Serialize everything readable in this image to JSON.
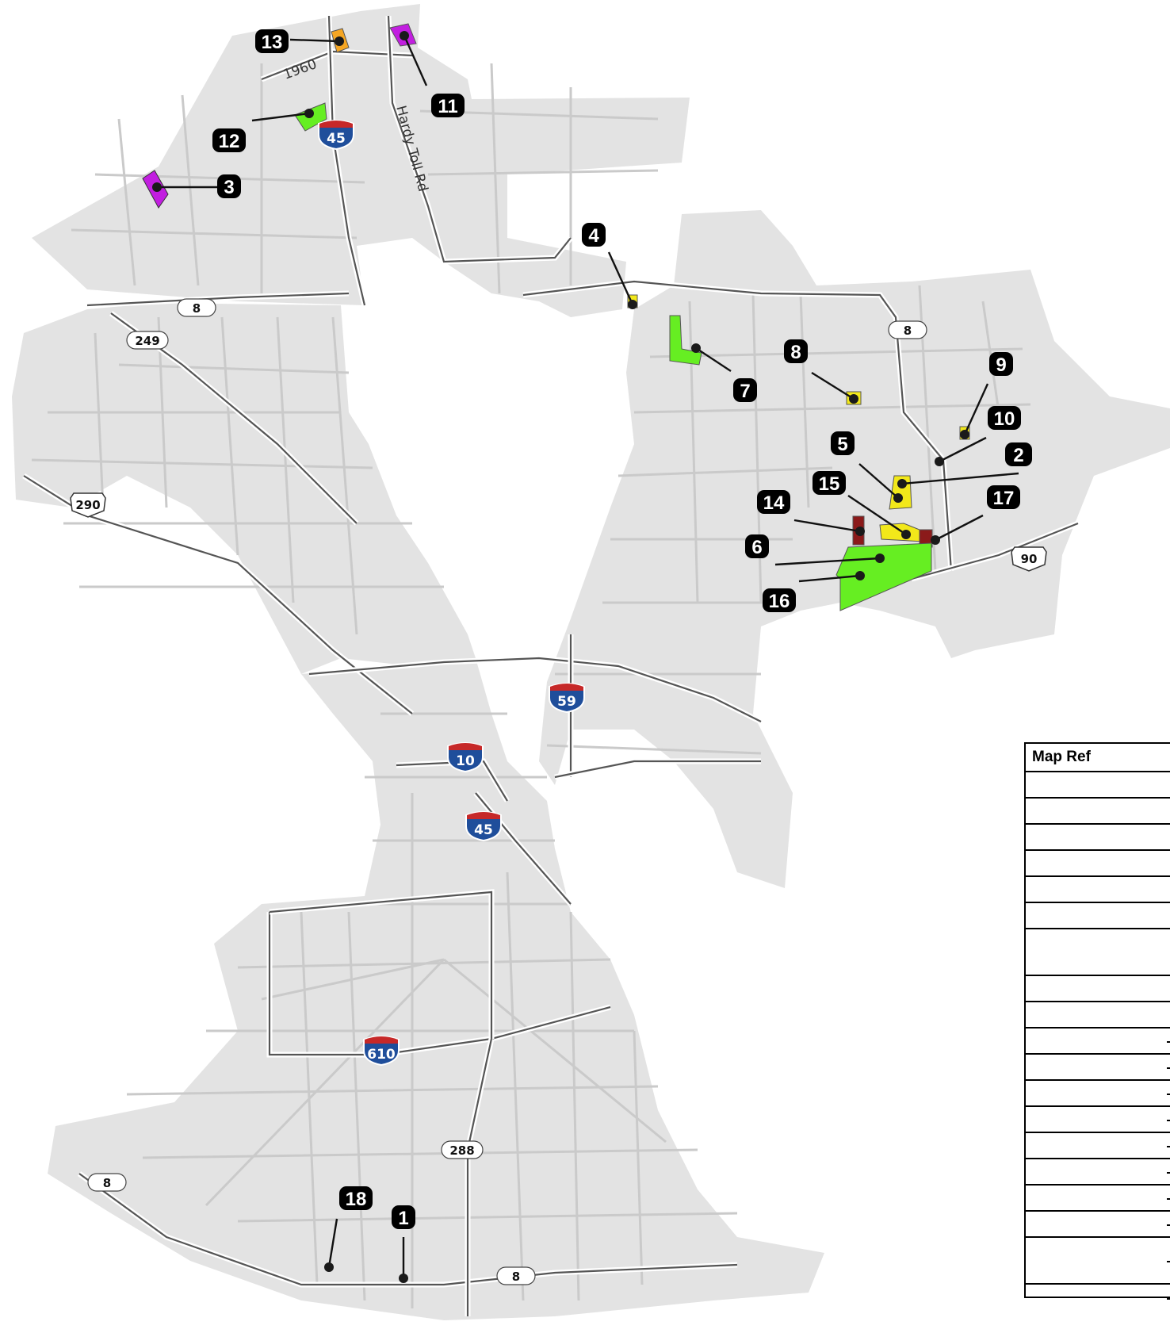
{
  "map": {
    "site_markers": [
      {
        "id": "marker-1",
        "label": "1"
      },
      {
        "id": "marker-2",
        "label": "2"
      },
      {
        "id": "marker-3",
        "label": "3"
      },
      {
        "id": "marker-4",
        "label": "4"
      },
      {
        "id": "marker-5",
        "label": "5"
      },
      {
        "id": "marker-6",
        "label": "6"
      },
      {
        "id": "marker-7",
        "label": "7"
      },
      {
        "id": "marker-8",
        "label": "8"
      },
      {
        "id": "marker-9",
        "label": "9"
      },
      {
        "id": "marker-10",
        "label": "10"
      },
      {
        "id": "marker-11",
        "label": "11"
      },
      {
        "id": "marker-12",
        "label": "12"
      },
      {
        "id": "marker-13",
        "label": "13"
      },
      {
        "id": "marker-14",
        "label": "14"
      },
      {
        "id": "marker-15",
        "label": "15"
      },
      {
        "id": "marker-16",
        "label": "16"
      },
      {
        "id": "marker-17",
        "label": "17"
      },
      {
        "id": "marker-18",
        "label": "18"
      }
    ],
    "highway_shields": {
      "interstate": [
        "45",
        "59",
        "10",
        "45",
        "610"
      ],
      "us": [
        "290",
        "90"
      ],
      "state": [
        "8",
        "249",
        "8",
        "8",
        "288",
        "8"
      ]
    },
    "road_names": [
      "1960",
      "Hardy Toll Rd"
    ],
    "parcel_colors": {
      "purple": "#c21ee0",
      "green": "#66ee22",
      "yellow": "#f2e81a",
      "orange": "#f5a623",
      "dark_red": "#8b1a1a",
      "land": "#e3e3e3",
      "minor_road": "#cacaca"
    }
  },
  "legend": {
    "header": "Map Ref",
    "rows": 19
  }
}
